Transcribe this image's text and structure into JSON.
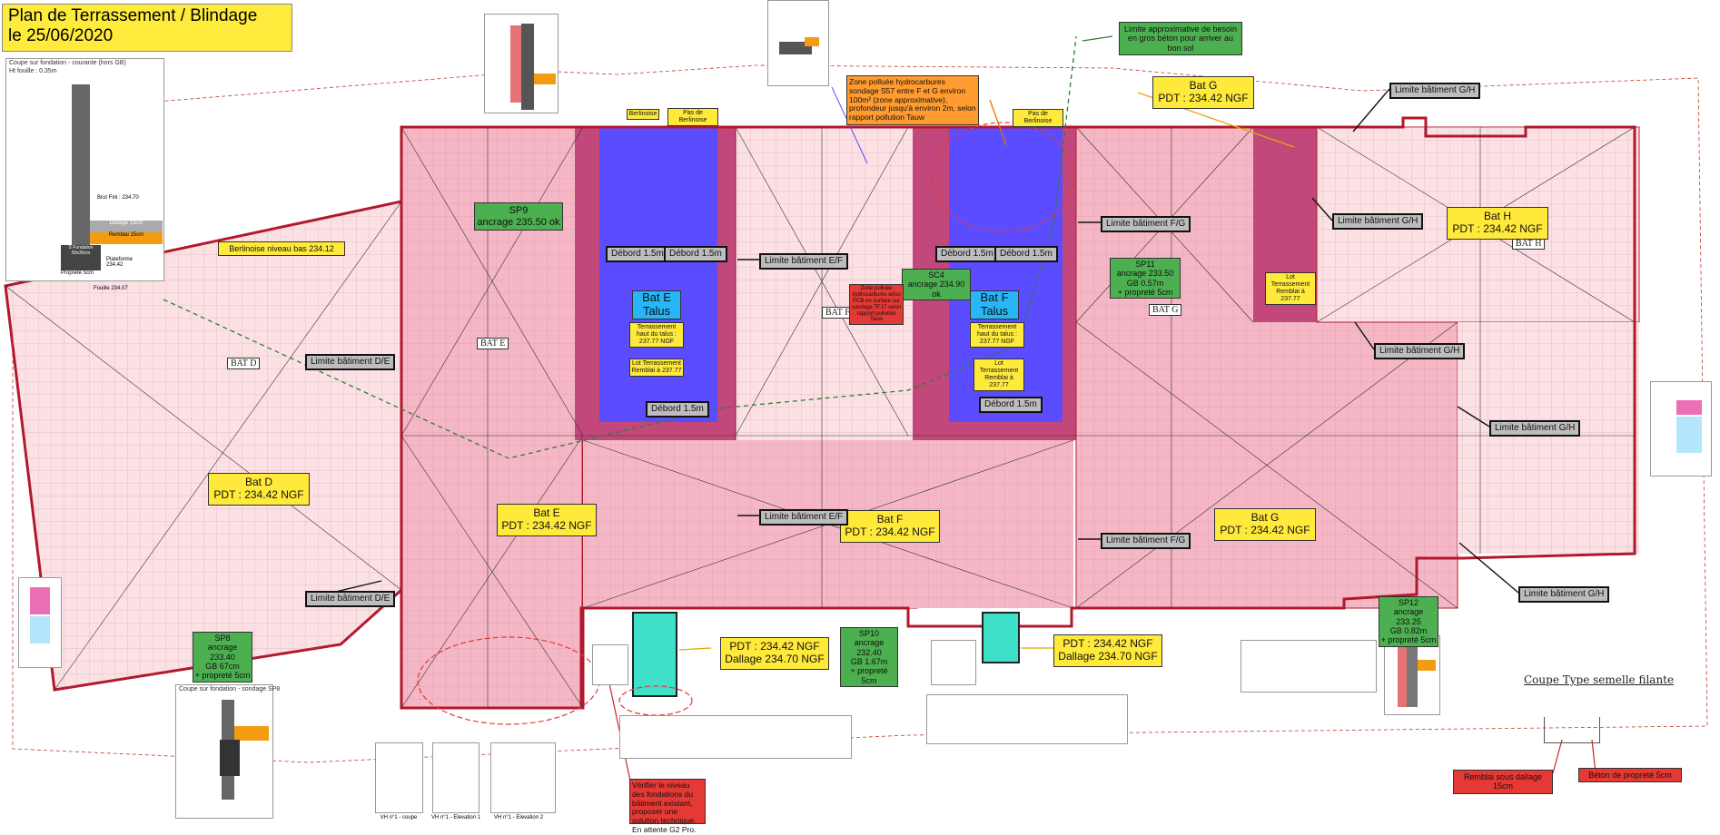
{
  "title": {
    "line1": "Plan de Terrassement / Blindage",
    "line2": "le 25/06/2020"
  },
  "callouts": {
    "bat_d": "Bat D\nPDT : 234.42 NGF",
    "bat_e": "Bat E\nPDT : 234.42 NGF",
    "bat_f": "Bat F\nPDT : 234.42 NGF",
    "bat_g": "Bat G\nPDT : 234.42 NGF",
    "bat_g_top": "Bat G\nPDT : 234.42 NGF",
    "bat_h": "Bat H\nPDT : 234.42 NGF",
    "pdt_dallage_1": "PDT : 234.42 NGF\nDallage 234.70 NGF",
    "pdt_dallage_2": "PDT : 234.42 NGF\nDallage 234.70 NGF",
    "berlinoise": "Berlinoise niveau bas 234.12",
    "berlinoise_tag1": "Berlinoise",
    "berlinoise_tag2": "Pas de Berlinoise",
    "berlinoise_tag3": "Pas de Berlinoise",
    "talus_e": "Terrassement haut du talus : 237.77 NGF",
    "talus_f": "Terrassement haut du talus : 237.77 NGF",
    "lot_e": "Lot Terrassement\nRemblai à 237.77",
    "lot_f": "Lot Terrassement\nRemblai à 237.77",
    "lot_g": "Lot Terrassement\nRemblai à 237.77",
    "limite_gros_beton": "Limite approximative de besoin en gros béton pour arriver au bon sol",
    "zone_polluee_orange": "Zone polluée hydrocarbures sondage S57 entre F et G environ 100m² (zone approximative), profondeur jusqu'à environ 2m, selon rapport pollution Tauw",
    "zone_polluee_red": "Zone polluée hydrocarbures et/ou PCB en surface sur sondage TF17 selon rapport pollution Tauw",
    "verifier": "Vérifier le niveau des fondations du bâtiment existant, proposer une solution technique. En attente G2 Pro.",
    "remblai": "Remblai sous dallage 15cm",
    "beton": "Béton de propreté 5cm",
    "bat_e_talus": "Bat E\nTalus",
    "bat_f_talus": "Bat F\nTalus"
  },
  "sondages": {
    "sp9": "SP9\nancrage 235.50 ok",
    "sc4": "SC4\nancrage 234.90 ok",
    "sp11": "SP11\nancrage 233.50\nGB 0.57m\n+ propreté 5cm",
    "sp8": "SP8\nancrage 233.40\nGB 67cm\n+ propreté 5cm",
    "sp10": "SP10\nancrage 232.40\nGB 1.67m\n+ propreté 5cm",
    "sp12": "SP12\nancrage 233.25\nGB 0.82m\n+ propreté 5cm"
  },
  "limites": {
    "de1": "Limite bâtiment D/E",
    "de2": "Limite bâtiment D/E",
    "ef1": "Limite bâtiment E/F",
    "ef2": "Limite bâtiment E/F",
    "fg1": "Limite bâtiment F/G",
    "fg2": "Limite bâtiment F/G",
    "gh1": "Limite bâtiment G/H",
    "gh2": "Limite bâtiment G/H",
    "gh3": "Limite bâtiment G/H",
    "gh4": "Limite bâtiment G/H",
    "gh5": "Limite bâtiment G/H"
  },
  "debords": {
    "d1": "Débord 1.5m",
    "d2": "Débord 1.5m",
    "d3": "Débord 1.5m",
    "d4": "Débord 1.5m",
    "d5": "Débord 1.5m",
    "d6": "Débord 1.5m"
  },
  "bat_tags": {
    "d": "BAT D",
    "e": "BAT E",
    "f": "BAT F",
    "g": "BAT G",
    "h": "BAT H"
  },
  "details": {
    "coupe_courante": "Coupe sur fondation - courante (hors GB)",
    "coupe_sp8": "Coupe sur fondation - sondage SP8",
    "coupe_type": "Coupe Type semelle filante",
    "vh1_coupe": "VH n°1 - coupe",
    "vh1_elev1": "VH n°1 - Elevation 1",
    "vh1_elev2": "VH n°1 - Elevation 2",
    "dallage": "Dallage 13cm",
    "remblai_15": "Remblai 15cm",
    "brut": "Brut Fini : 234.70",
    "plateforme": "Plateforme 234.42",
    "semelle": "S Fondation 50x30cm",
    "fouille": "Fouille 234.07",
    "proprete": "Propreté 5cm",
    "ht_fouille": "Ht fouille : 0.35m"
  },
  "colors": {
    "pink_light": "#fbe1e4",
    "pink": "#f5b7c5",
    "pink_mid": "#f2a2b6",
    "magenta": "#c2477a",
    "blue": "#5b4cff",
    "cyan": "#3fe0c8",
    "yellow": "#ffe93b",
    "green": "#4caf50",
    "red": "#e53935",
    "orange": "#ff9b2f"
  }
}
